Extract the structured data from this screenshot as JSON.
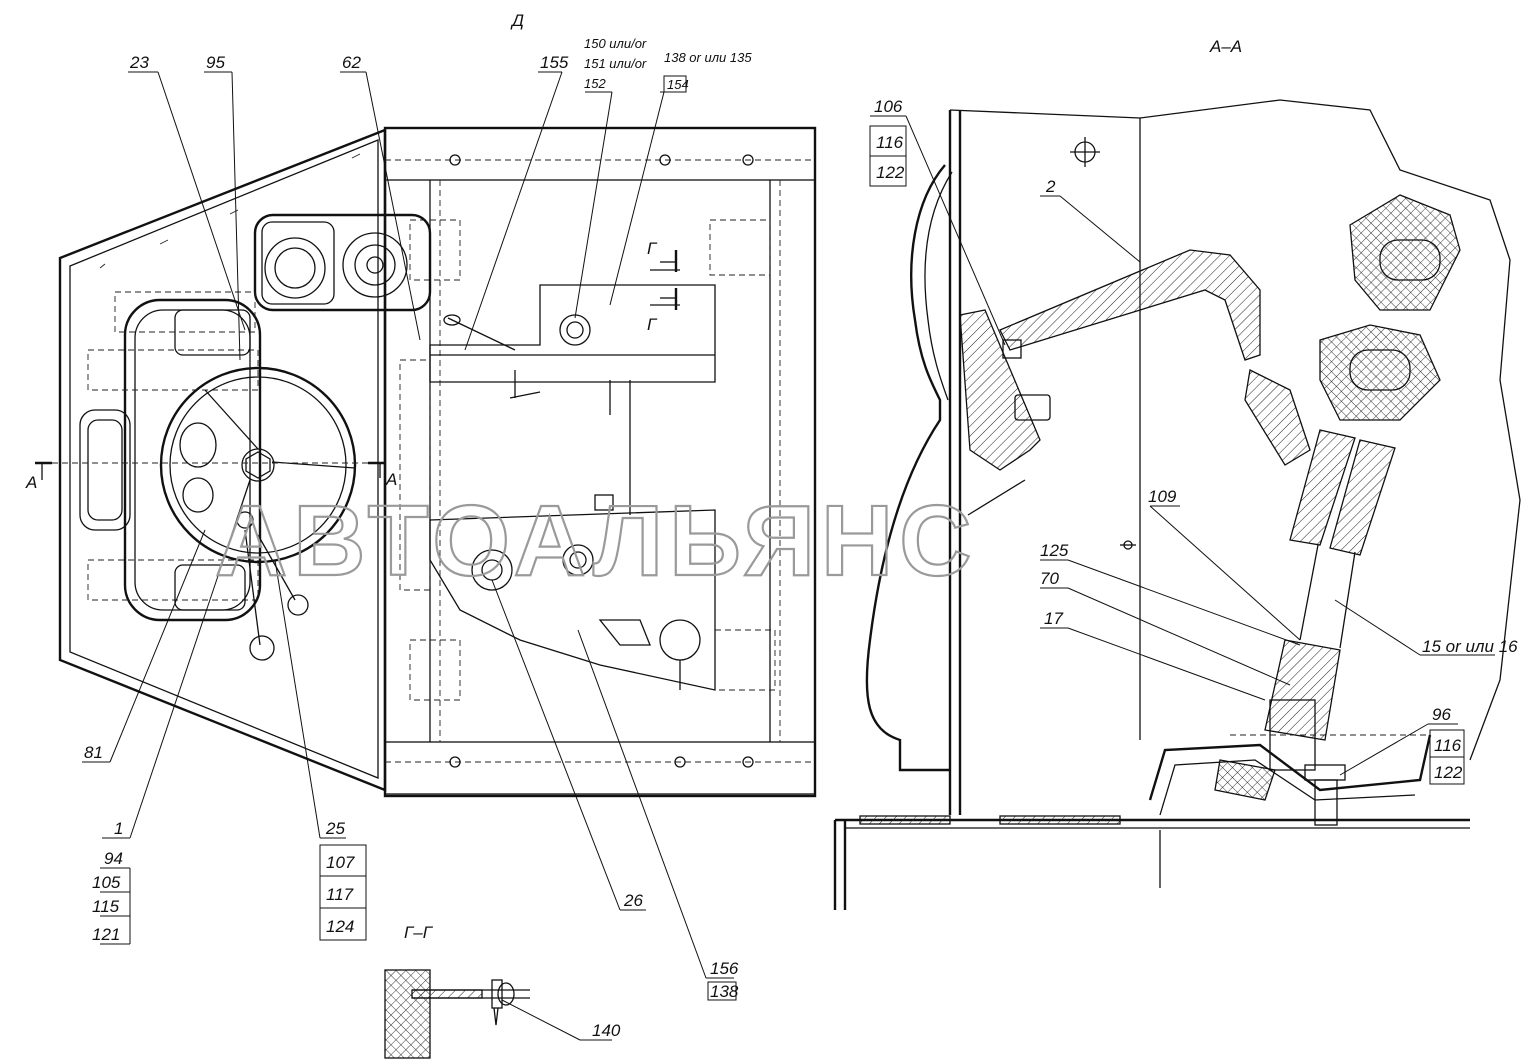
{
  "views": {
    "view_d": "Д",
    "section_aa": "А–А",
    "section_gg": "Г–Г",
    "section_mark_a": "А",
    "section_mark_g": "Г"
  },
  "callouts": {
    "c23": "23",
    "c95": "95",
    "c62": "62",
    "c155": "155",
    "c150": "150 или/or",
    "c151": "151 или/or",
    "c152": "152",
    "c138_135": "138 or или 135",
    "c154": "154",
    "c81": "81",
    "c1": "1",
    "c94": "94",
    "c105": "105",
    "c115": "115",
    "c121": "121",
    "c25": "25",
    "c107": "107",
    "c117": "117",
    "c124": "124",
    "c26": "26",
    "c156": "156",
    "c138": "138",
    "c140": "140",
    "c106": "106",
    "c116a": "116",
    "c122a": "122",
    "c2": "2",
    "c109": "109",
    "c125": "125",
    "c70": "70",
    "c17": "17",
    "c15_16": "15 or или 16",
    "c96": "96",
    "c116b": "116",
    "c122b": "122"
  },
  "watermark": "АВТОАЛЬЯНС"
}
